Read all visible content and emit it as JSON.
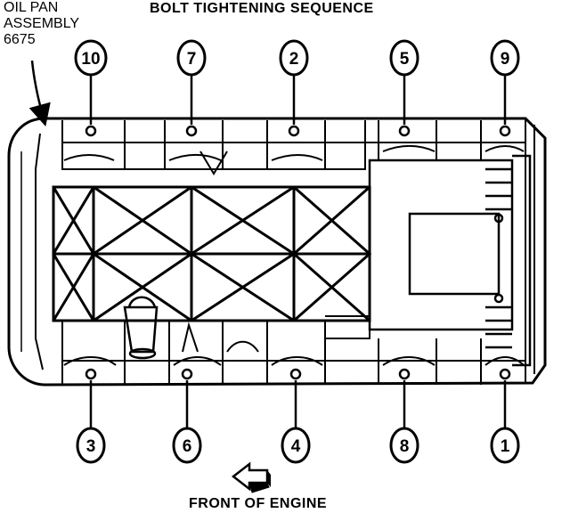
{
  "title": "BOLT TIGHTENING SEQUENCE",
  "assembly": {
    "line1": "OIL PAN",
    "line2": "ASSEMBLY",
    "line3": "6675"
  },
  "front_label": "FRONT OF ENGINE",
  "bolt_sequence_top": [
    "10",
    "7",
    "2",
    "5",
    "9"
  ],
  "bolt_sequence_bottom": [
    "3",
    "6",
    "4",
    "8",
    "1"
  ],
  "colors": {
    "ink": "#000000",
    "paper": "#ffffff"
  }
}
